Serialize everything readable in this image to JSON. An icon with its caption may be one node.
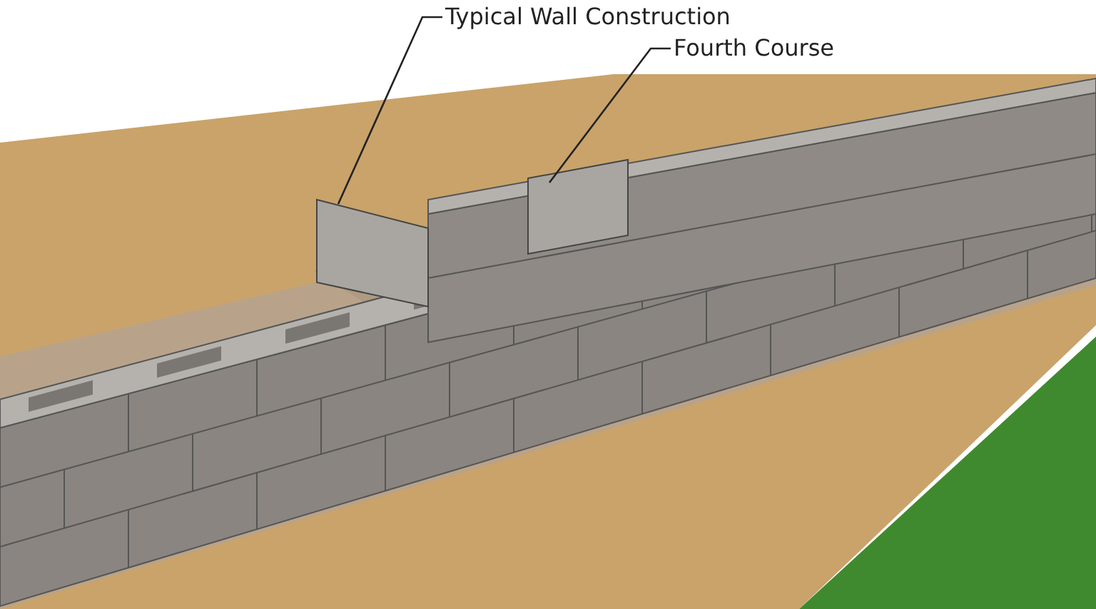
{
  "diagram": {
    "nodes": [
      {
        "text": [
          "Typical Wall Construction"
        ]
      },
      {
        "text": [
          "Fourth Course"
        ]
      },
      {
        "text": [],
        "shape": "box"
      },
      {
        "text": [],
        "shape": "box"
      }
    ],
    "edges": [
      {
        "from": 0,
        "to": 2,
        "arrow": "none"
      },
      {
        "from": 1,
        "to": 3,
        "arrow": "none"
      }
    ]
  }
}
